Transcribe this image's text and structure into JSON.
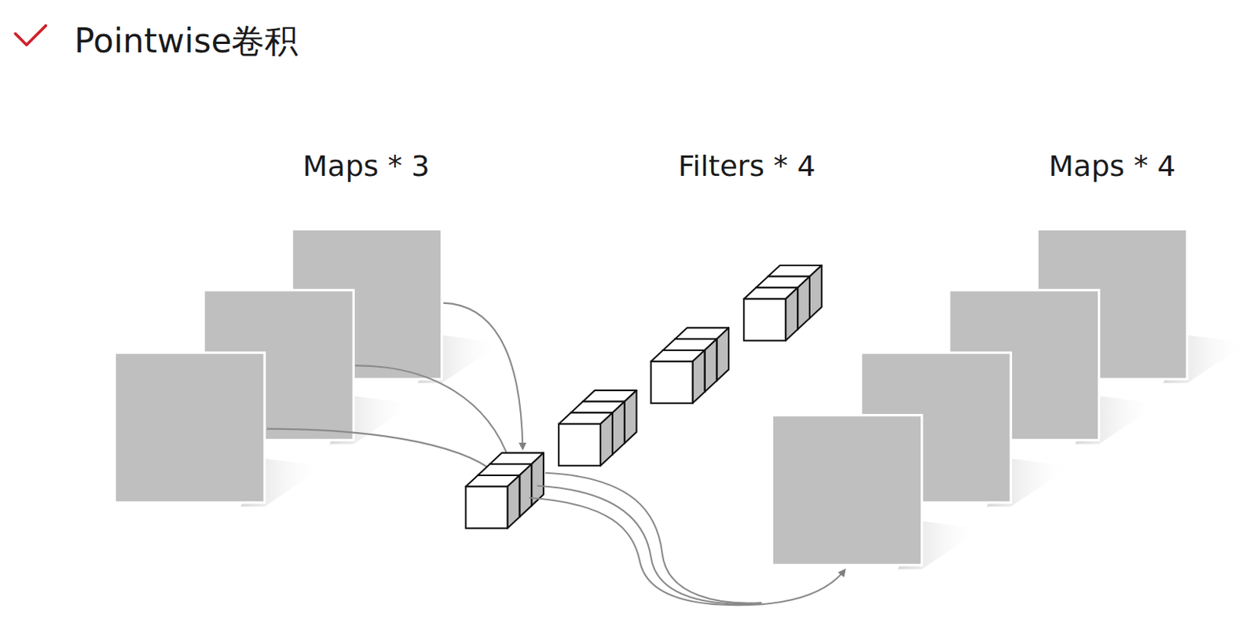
{
  "diagram": {
    "title": "Pointwise卷积",
    "labels": [
      "Maps * 3",
      "Filters * 4",
      "Maps * 4"
    ]
  }
}
